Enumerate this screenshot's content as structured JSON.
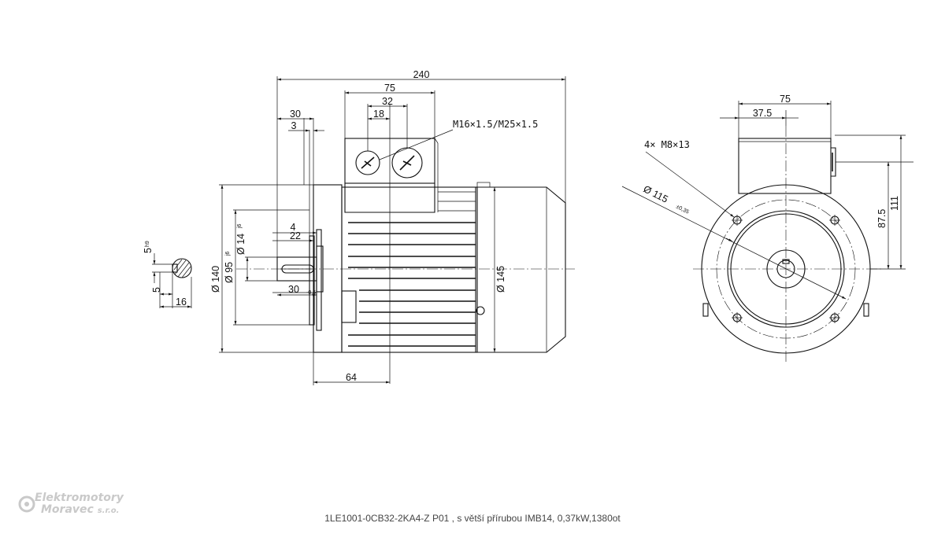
{
  "caption": "1LE1001-0CB32-2KA4-Z P01 , s větší přírubou IMB14, 0,37kW,1380ot",
  "logo": {
    "line1": "Elektromotory",
    "line2": "Moravec",
    "suffix": "s.r.o."
  },
  "side_view": {
    "dims": {
      "overall_length": "240",
      "terminal_box_width": "75",
      "gland_spacing": "32",
      "gland_offset": "18",
      "glands_note": "M16×1.5/M25×1.5",
      "flange_to_box": "30",
      "flange_thickness": "3",
      "key_length": "4",
      "shaft_to_key": "22",
      "shaft_length": "30",
      "shaft_length_tol": "-0,5",
      "flange_to_feet": "64",
      "flange_diameter": "Ø 140",
      "spigot_diameter": "Ø 95",
      "spigot_tol": "j6",
      "shaft_diameter": "Ø 14",
      "shaft_tol": "j6",
      "frame_diameter": "Ø 145"
    }
  },
  "key_section": {
    "key_width": "5",
    "key_width_tol": "h9",
    "key_height": "5",
    "shaft_height": "16"
  },
  "front_view": {
    "dims": {
      "box_width": "75",
      "box_offset": "37.5",
      "bolts_note": "4× M8×13",
      "pcd": "Ø 115",
      "pcd_tol": "±0,35",
      "box_height": "87.5",
      "total_height": "111"
    }
  }
}
